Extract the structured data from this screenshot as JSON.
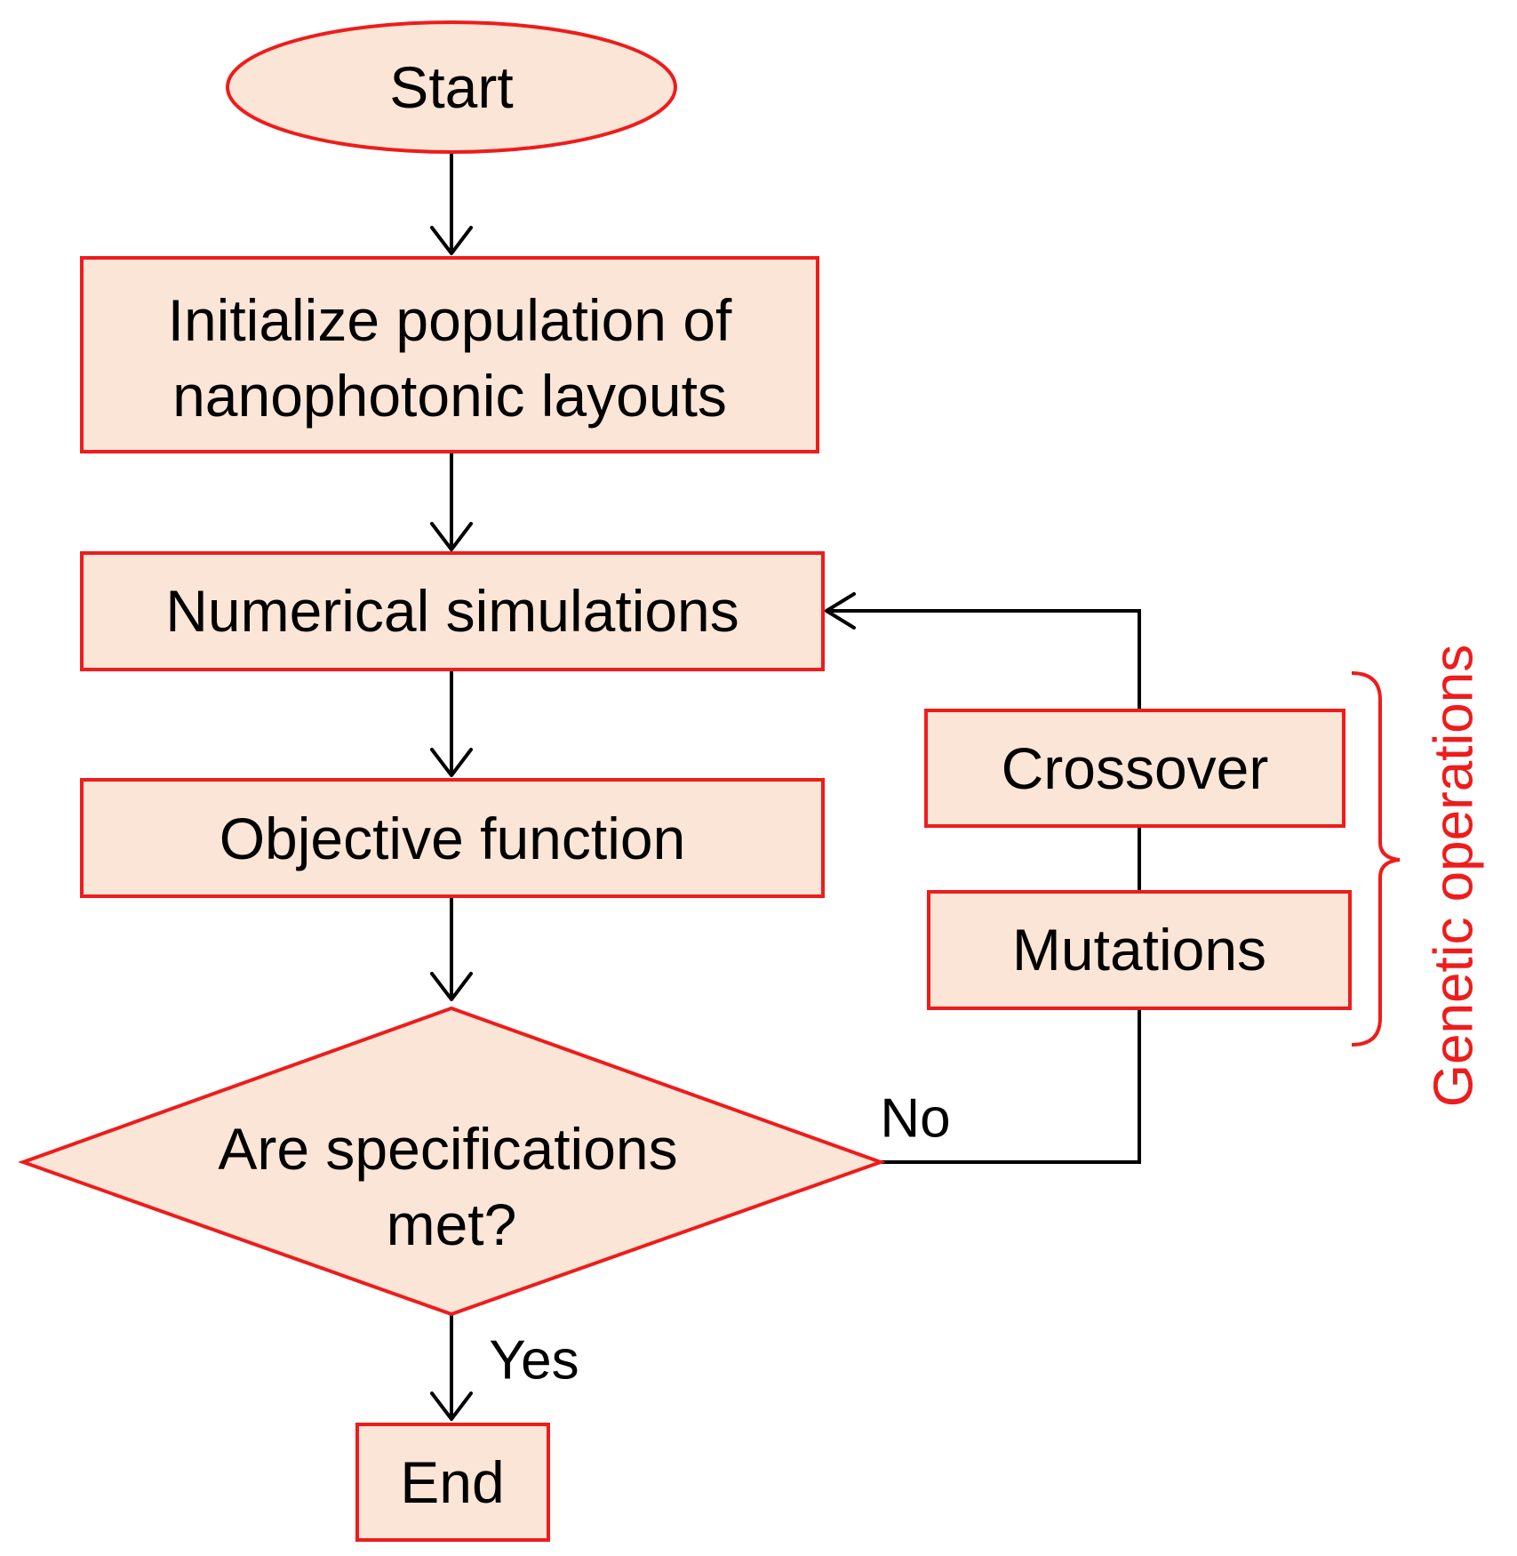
{
  "flowchart": {
    "nodes": {
      "start": "Start",
      "initialize_line1": "Initialize population of",
      "initialize_line2": "nanophotonic layouts",
      "numerical": "Numerical simulations",
      "objective": "Objective function",
      "decision_line1": "Are specifications",
      "decision_line2": "met?",
      "crossover": "Crossover",
      "mutations": "Mutations",
      "end": "End"
    },
    "edge_labels": {
      "no": "No",
      "yes": "Yes"
    },
    "group_label": "Genetic operations"
  },
  "colors": {
    "node_fill": "#fbe5d6",
    "node_stroke": "#ee1c1c",
    "connector": "#000000",
    "group_label": "#ee1c1c"
  }
}
